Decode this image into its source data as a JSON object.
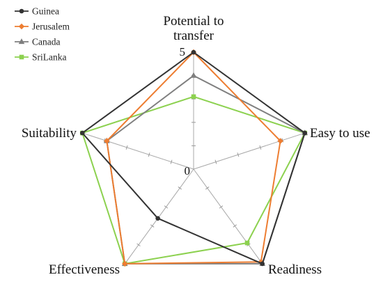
{
  "chart_data": {
    "type": "radar",
    "axes": [
      "Potential to transfer",
      "Easy to use",
      "Readiness",
      "Effectiveness",
      "Suitability"
    ],
    "range": [
      0,
      5
    ],
    "tick_labels": [
      "0",
      "5"
    ],
    "legend": {
      "placement": "top-left"
    },
    "series": [
      {
        "name": "Guinea",
        "color": "#333333",
        "marker": "circle",
        "values": [
          5,
          5,
          5,
          2.6,
          5
        ]
      },
      {
        "name": "Jerusalem",
        "color": "#ED7D31",
        "marker": "diamond",
        "values": [
          5,
          3.9,
          4.9,
          5,
          3.9
        ]
      },
      {
        "name": "Canada",
        "color": "#7F7F7F",
        "marker": "triangle",
        "values": [
          4.0,
          5,
          5,
          5,
          3.9
        ]
      },
      {
        "name": "SriLanka",
        "color": "#8CD14F",
        "marker": "square",
        "values": [
          3.1,
          5,
          3.9,
          5,
          5
        ]
      }
    ]
  }
}
